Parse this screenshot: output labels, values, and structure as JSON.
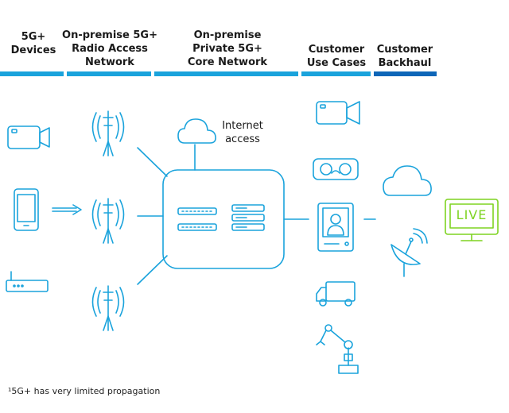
{
  "headers": [
    {
      "lines": [
        "5G+",
        "Devices"
      ]
    },
    {
      "lines": [
        "On-premise 5G+",
        "Radio Access",
        "Network"
      ]
    },
    {
      "lines": [
        "On-premise",
        "Private 5G+",
        "Core Network"
      ]
    },
    {
      "lines": [
        "Customer",
        "Use Cases"
      ]
    },
    {
      "lines": [
        "Customer",
        "Backhaul"
      ]
    }
  ],
  "internet_label": [
    "Internet",
    "access"
  ],
  "live_label": "LIVE",
  "footnote": "¹5G+ has very limited propagation",
  "colors": {
    "icon_blue": "#1aa3dc",
    "bar_light": "#1aa3dc",
    "bar_dark": "#0d66b8",
    "live_green": "#7ed321"
  },
  "icons": {
    "devices": [
      "video-camera-icon",
      "smartphone-icon",
      "router-icon"
    ],
    "ran": [
      "cell-tower-icon",
      "cell-tower-icon",
      "cell-tower-icon"
    ],
    "core": [
      "core-server-icon"
    ],
    "use_cases": [
      "video-camera-icon",
      "vr-headset-icon",
      "id-badge-icon",
      "delivery-truck-icon",
      "robotic-arm-icon"
    ],
    "backhaul": [
      "cloud-icon",
      "satellite-dish-icon",
      "live-display-icon"
    ]
  }
}
